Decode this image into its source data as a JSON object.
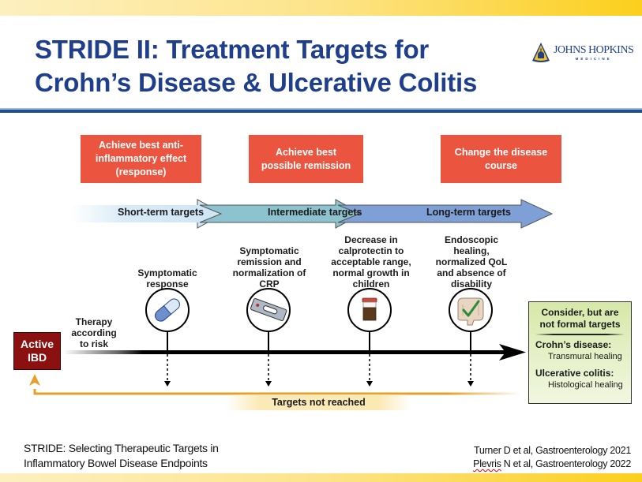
{
  "slide": {
    "title_line1": "STRIDE II: Treatment Targets for",
    "title_line2": "Crohn’s Disease & Ulcerative Colitis",
    "logo": {
      "name": "JOHNS HOPKINS",
      "subtitle": "MEDICINE"
    },
    "colors": {
      "title": "#1f3f8c",
      "goal_box": "#eb553f",
      "active_ibd": "#8b1111",
      "feedback_arrow": "#e6a02a",
      "consider_box": "#e5f0c6",
      "phase_short": "#cfe5f5",
      "phase_intermediate": "#8dc2cf",
      "phase_long": "#7fa0d6"
    }
  },
  "goals": [
    {
      "label": "Achieve best anti-inflammatory effect (response)"
    },
    {
      "label": "Achieve best possible remission"
    },
    {
      "label": "Change the disease course"
    }
  ],
  "phases": [
    {
      "label": "Short-term targets"
    },
    {
      "label": "Intermediate targets"
    },
    {
      "label": "Long-term targets"
    }
  ],
  "targets": [
    {
      "label": "Symptomatic response",
      "icon": "capsule-icon"
    },
    {
      "label": "Symptomatic remission and normalization of CRP",
      "icon": "test-strip-icon"
    },
    {
      "label": "Decrease in calprotectin to acceptable range, normal growth in children",
      "icon": "stool-sample-jar-icon"
    },
    {
      "label": "Endoscopic healing, normalized QoL and absence of disability",
      "icon": "healthy-colon-check-icon"
    }
  ],
  "timeline": {
    "start_label": "Active IBD",
    "therapy_label": "Therapy according to risk",
    "feedback_label": "Targets not reached"
  },
  "consider_box": {
    "heading": "Consider, but are not formal targets",
    "items": [
      {
        "category": "Crohn’s disease:",
        "value": "Transmural healing"
      },
      {
        "category": "Ulcerative colitis:",
        "value": "Histological healing"
      }
    ]
  },
  "footer": {
    "definition_line1": "STRIDE: Selecting Therapeutic Targets in",
    "definition_line2": "Inflammatory Bowel Disease Endpoints",
    "reference1": "Turner D et al, Gastroenterology 2021",
    "reference2_author": "Plevris",
    "reference2_rest": " N et al, Gastroenterology 2022"
  }
}
